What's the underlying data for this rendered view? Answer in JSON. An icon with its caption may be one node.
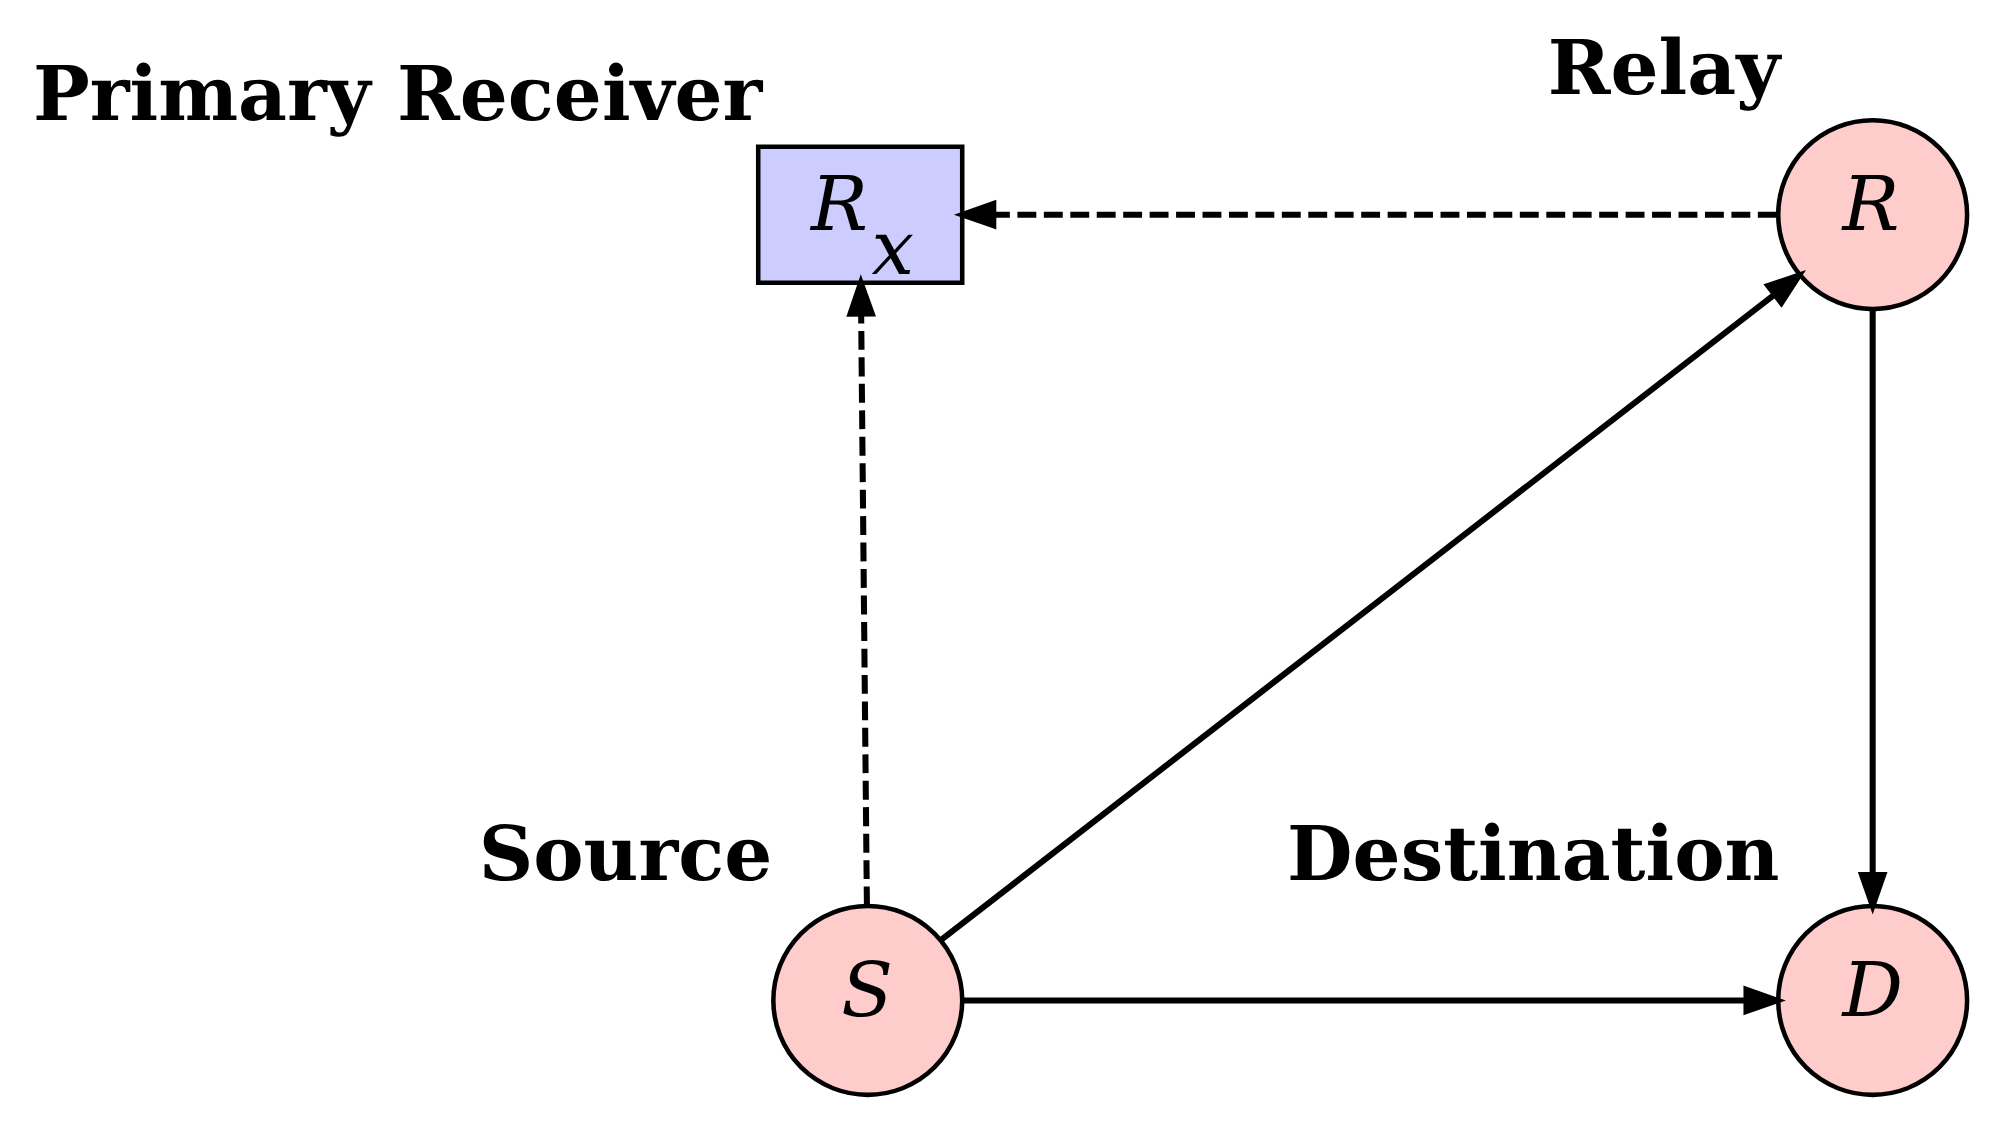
{
  "diagram": {
    "nodes": [
      {
        "text": [
          "R$_{x}$"
        ],
        "beside": [
          "Primary Receiver"
        ]
      },
      {
        "text": [
          "R"
        ],
        "beside": [
          "Relay"
        ]
      },
      {
        "text": [
          "S"
        ],
        "beside": [
          "Source"
        ]
      },
      {
        "text": [
          "D"
        ],
        "beside": [
          "Destination"
        ]
      }
    ],
    "edges": [
      {
        "from": 1,
        "to": 0,
        "arrow": "to",
        "style": "dashed"
      },
      {
        "from": 2,
        "to": 0,
        "arrow": "to",
        "style": "dashed"
      },
      {
        "from": 2,
        "to": 1,
        "arrow": "to"
      },
      {
        "from": 1,
        "to": 3,
        "arrow": "to"
      },
      {
        "from": 2,
        "to": 3,
        "arrow": "to"
      }
    ]
  }
}
